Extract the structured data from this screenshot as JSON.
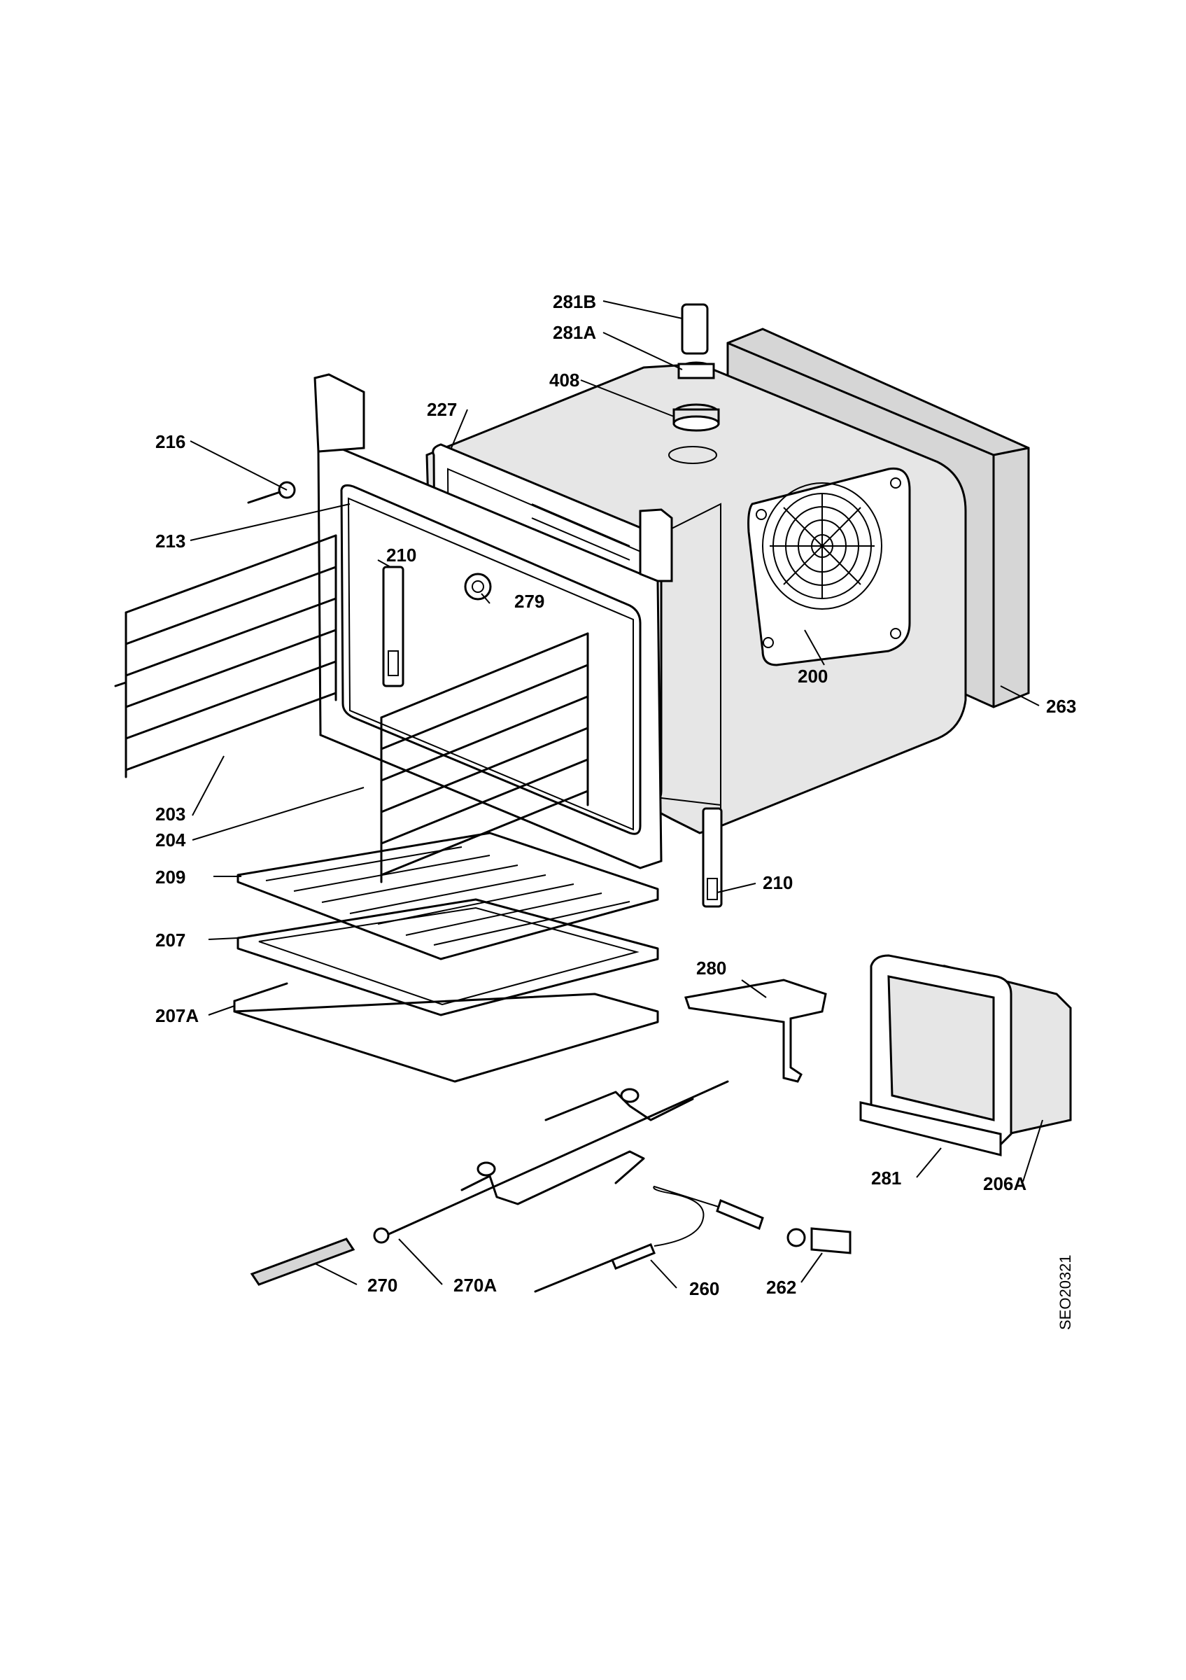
{
  "callouts": {
    "c281B": "281B",
    "c281A": "281A",
    "c408": "408",
    "c227": "227",
    "c216": "216",
    "c213": "213",
    "c210a": "210",
    "c279": "279",
    "c200": "200",
    "c263": "263",
    "c203": "203",
    "c204": "204",
    "c209": "209",
    "c210b": "210",
    "c207": "207",
    "c207A": "207A",
    "c280": "280",
    "c281": "281",
    "c206A": "206A",
    "c270": "270",
    "c270A": "270A",
    "c260": "260",
    "c262": "262"
  },
  "drawing_code": "SEO20321"
}
